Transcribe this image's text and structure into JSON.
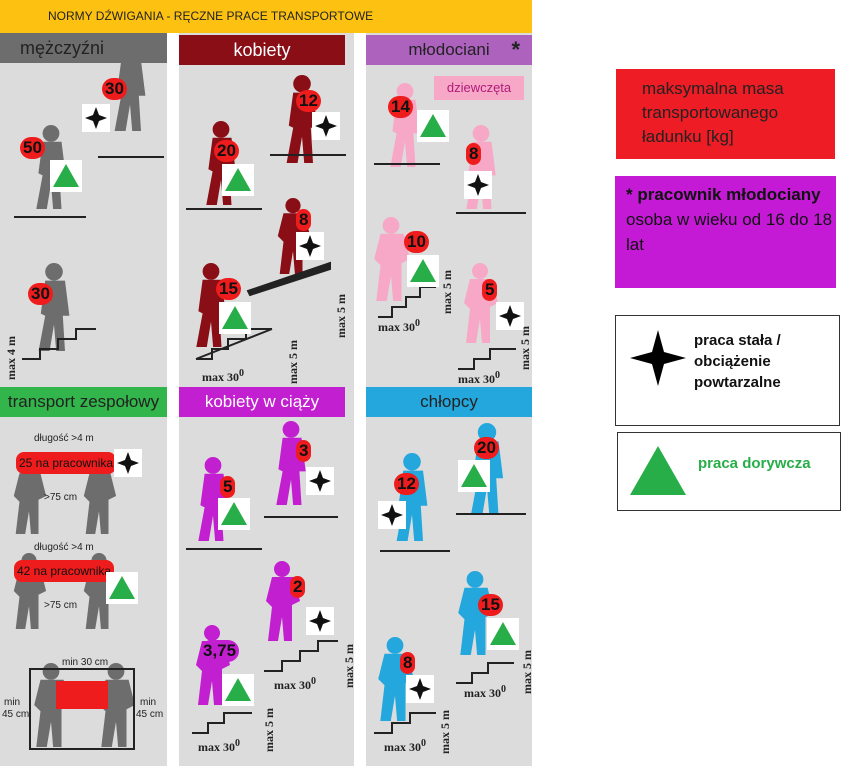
{
  "title": "NORMY DŹWIGANIA - RĘCZNE PRACE TRANSPORTOWE",
  "columns": {
    "men": "mężczyźni",
    "women": "kobiety",
    "juveniles": "młodociani",
    "juveniles_marker": "*",
    "team": "transport zespołowy",
    "pregnant": "kobiety w ciąży",
    "boys": "chłopcy",
    "girls": "dziewczęta"
  },
  "values": {
    "men_permanent": "30",
    "men_occasional": "50",
    "men_stairs": "30",
    "women_occasional": "20",
    "women_permanent": "12",
    "women_ramp_permanent": "8",
    "women_stairs": "15",
    "girls_occasional": "14",
    "girls_permanent": "8",
    "girls_stairs_occasional": "10",
    "girls_stairs_permanent": "5",
    "team_permanent": "25 na pracownika",
    "team_occasional": "42 na pracownika",
    "pregnant_occasional": "5",
    "pregnant_permanent": "3",
    "pregnant_stairs_permanent": "2",
    "pregnant_stairs_occasional": "3,75",
    "boys_permanent": "12",
    "boys_occasional": "20",
    "boys_stairs_occasional": "15",
    "boys_stairs_permanent": "8"
  },
  "dimensions": {
    "max4m": "max 4 m",
    "max5m": "max 5 m",
    "max30": "max 30",
    "degree": "0",
    "length4m": "długość >4 m",
    "width75": ">75 cm",
    "min30": "min 30 cm",
    "min45": "min",
    "cm45": "45 cm"
  },
  "legend": {
    "red": "maksymalna masa transportowanego ładunku [kg]",
    "purple_bold": "* pracownik młodociany",
    "purple_text": "osoba w wieku od 16 do 18 lat",
    "star": "praca stała / obciążenie powtarzalne",
    "triangle": "praca dorywcza"
  },
  "colors": {
    "men": "#6d6d6d",
    "women": "#8a0e16",
    "juveniles_header": "#ad62bd",
    "girls": "#f7a8c6",
    "team": "#32b54a",
    "pregnant": "#c21fd0",
    "boys": "#23a7dc",
    "title": "#fdc211",
    "legend_red": "#ee1c24",
    "legend_purple": "#c41ad6",
    "triangle": "#27ae48"
  }
}
